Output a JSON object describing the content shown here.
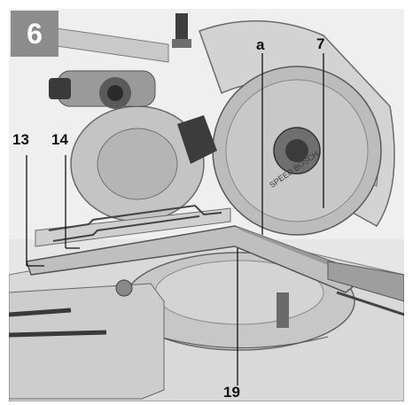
{
  "figure": {
    "number": "6",
    "callouts": {
      "c13": "13",
      "c14": "14",
      "ca": "a",
      "c7": "7",
      "c19": "19"
    },
    "blade_text": "SPEED BOSCH"
  },
  "colors": {
    "number_box": "#8c8c8c",
    "machine_light": "#d9d9d9",
    "machine_mid": "#a8a8a8",
    "machine_dark": "#4a4a4a",
    "label_text": "#111111"
  }
}
